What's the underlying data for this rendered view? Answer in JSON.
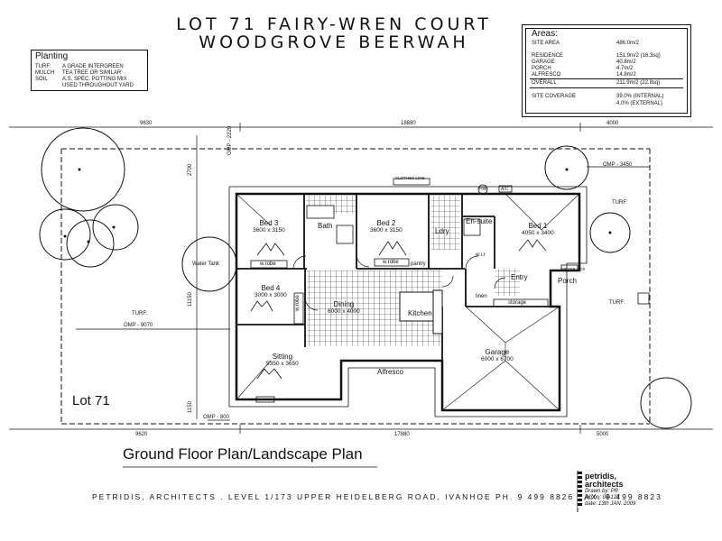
{
  "title": {
    "line1": "LOT 71 FAIRY-WREN COURT",
    "line2": "WOODGROVE BEERWAH"
  },
  "planting": {
    "heading": "Planting",
    "rows": [
      {
        "label": "TURF:",
        "value": "A GRADE INTERGREEN"
      },
      {
        "label": "MULCH",
        "value": "TEA TREE OR SIMILAR"
      },
      {
        "label": "SOIL",
        "value": "A.S. SPEC. POTTING MIX"
      },
      {
        "label": "",
        "value": "USED THROUGHOUT YARD"
      }
    ]
  },
  "areas": {
    "heading": "Areas:",
    "site_area": {
      "label": "SITE AREA",
      "value": "486.0m/2"
    },
    "rows": [
      {
        "label": "RESIDENCE",
        "value": "151.9m/2 (16.3sq)"
      },
      {
        "label": "GARAGE",
        "value": "40.8m/2"
      },
      {
        "label": "PORCH",
        "value": "4.7m/2"
      },
      {
        "label": "ALFRESCO",
        "value": "14.8m/2"
      }
    ],
    "overall": {
      "label": "OVERALL",
      "value": "211.9m/2 (22.8sq)"
    },
    "coverage": {
      "label": "SITE COVERAGE",
      "value1": "39.0% (INTERNAL)",
      "value2": "4.0% (EXTERNAL)"
    }
  },
  "dimensions": {
    "top_left": "9630",
    "top_mid": "18880",
    "top_right": "4000",
    "bottom_left": "9620",
    "bottom_mid": "17880",
    "bottom_right": "5000",
    "omp_top": "OMP - 2220",
    "omp_right": "OMP - 3450",
    "omp_left": "OMP - 9070",
    "omp_bottom": "OMP - 800",
    "side_2700": "2700",
    "side_11150": "11150",
    "side_1150": "1150"
  },
  "labels": {
    "turf_left": "TURF:",
    "turf_right_top": "TURF:",
    "turf_right_bottom": "TURF:",
    "water_tank": "Water Tank",
    "clothes_line": "CLOTHES LINE",
    "meter_box": "METER BOX",
    "hw": "HW",
    "ac": "A/C",
    "wrobe1": "w.robe",
    "wrobe2": "w.robe",
    "wrobe3": "w.robe",
    "wir": "w.i.r",
    "pantry": "pantry",
    "linen": "linen",
    "storage": "storage",
    "lot": "Lot 71"
  },
  "rooms": [
    {
      "name": "Bed 3",
      "dim": "3600 x 3150"
    },
    {
      "name": "Bath",
      "dim": ""
    },
    {
      "name": "Bed 2",
      "dim": "3600 x 3150"
    },
    {
      "name": "Ldry",
      "dim": ""
    },
    {
      "name": "En-suite",
      "dim": ""
    },
    {
      "name": "Bed 1",
      "dim": "4050 x 3400"
    },
    {
      "name": "Bed 4",
      "dim": "3000 x 3000"
    },
    {
      "name": "Dining",
      "dim": "6000 x 4000"
    },
    {
      "name": "Kitchen",
      "dim": ""
    },
    {
      "name": "Entry",
      "dim": ""
    },
    {
      "name": "Porch",
      "dim": ""
    },
    {
      "name": "Sitting",
      "dim": "5350 x 3650"
    },
    {
      "name": "Alfresco",
      "dim": ""
    },
    {
      "name": "Garage",
      "dim": "6000 x 6700"
    }
  ],
  "plan_title": "Ground Floor Plan/Landscape Plan",
  "footer": "PETRIDIS, ARCHITECTS . LEVEL 1/173 UPPER HEIDELBERG ROAD, IVANHOE  PH. 9 499 8826   FAX. 9 499 8823",
  "logo": {
    "name1": "petridis,",
    "name2": "architects",
    "drawn": "Drawn by: PR",
    "job": "job no: 08-127",
    "date": "date: 13th JAN. 2009"
  }
}
